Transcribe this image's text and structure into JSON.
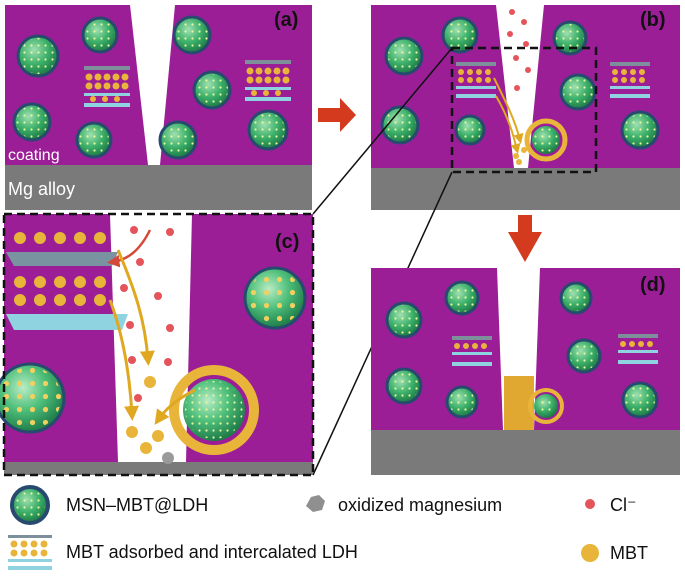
{
  "panels": {
    "a": "(a)",
    "b": "(b)",
    "c": "(c)",
    "d": "(d)"
  },
  "layers": {
    "coating": "coating",
    "substrate": "Mg alloy"
  },
  "legend": {
    "msn": "MSN–MBT@LDH",
    "oxidized": "oxidized magnesium",
    "chloride": "Cl⁻",
    "ldh": "MBT adsorbed and intercalated LDH",
    "mbt": "MBT"
  },
  "colors": {
    "coating": "#9b1e97",
    "alloy": "#7a7a7a",
    "nanoparticle": "#2fa35e",
    "shell": "#274a6e",
    "mbt": "#e8b53a",
    "chloride": "#e5535b",
    "arrow": "#d33a1e",
    "ldh": "#8fd3e0"
  }
}
